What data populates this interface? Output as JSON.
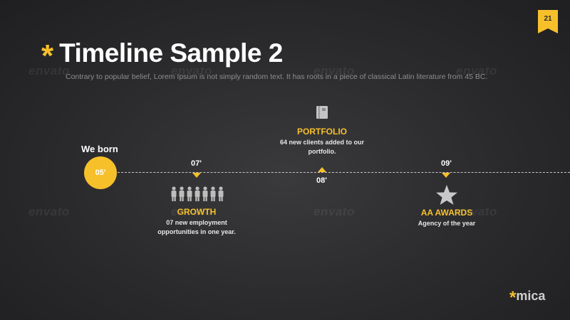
{
  "page_number": "21",
  "title": "Timeline Sample 2",
  "subtitle": "Contrary to popular belief, Lorem Ipsum is not simply random text. It has roots in a piece of classical Latin literature from 45 BC.",
  "watermark_text": "envato",
  "timeline": {
    "start": {
      "label": "We born",
      "year": "05'"
    },
    "events": [
      {
        "year": "07'",
        "heading": "GROWTH",
        "description": "07 new employment opportunities in one year.",
        "icon": "people-icon"
      },
      {
        "year": "08'",
        "heading": "PORTFOLIO",
        "description": "64 new clients added to our portfolio.",
        "icon": "book-icon"
      },
      {
        "year": "09'",
        "heading": "AA AWARDS",
        "description": "Agency of the year",
        "icon": "star-icon"
      }
    ]
  },
  "brand": {
    "star": "*",
    "name": "mica"
  },
  "colors": {
    "accent": "#f6c02b",
    "background": "#2a2a2c"
  }
}
